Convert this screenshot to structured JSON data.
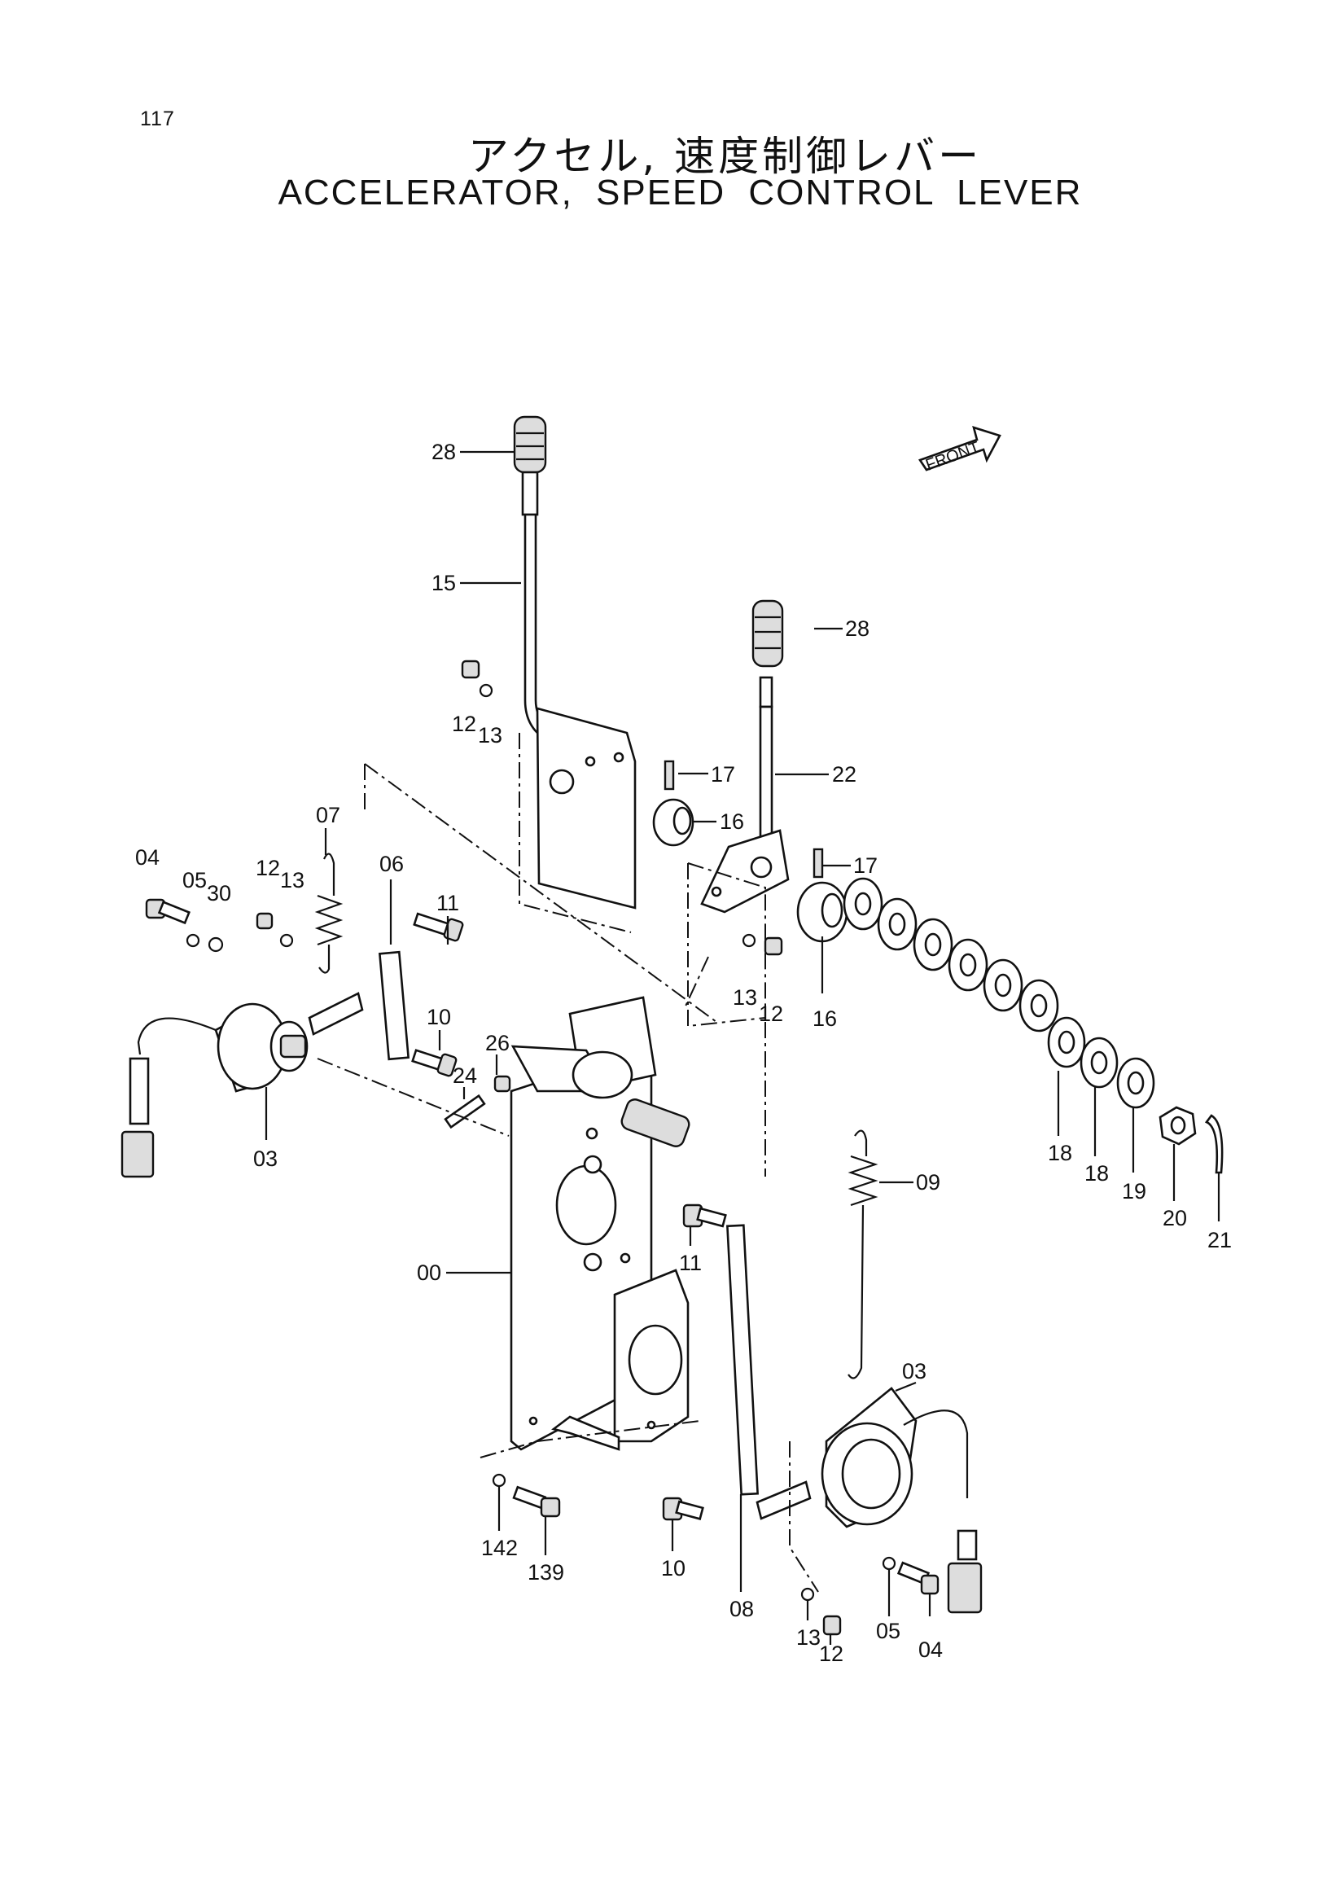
{
  "header": {
    "page_number": "117",
    "title_jp": "アクセル, 速度制御レバー",
    "title_en": "ACCELERATOR, SPEED CONTROL LEVER"
  },
  "front_indicator": "FRONT",
  "callouts": [
    {
      "id": "c28a",
      "label": "28"
    },
    {
      "id": "c15",
      "label": "15"
    },
    {
      "id": "c28b",
      "label": "28"
    },
    {
      "id": "c12a",
      "label": "12"
    },
    {
      "id": "c13a",
      "label": "13"
    },
    {
      "id": "c17a",
      "label": "17"
    },
    {
      "id": "c22",
      "label": "22"
    },
    {
      "id": "c16a",
      "label": "16"
    },
    {
      "id": "c17b",
      "label": "17"
    },
    {
      "id": "c07",
      "label": "07"
    },
    {
      "id": "c04a",
      "label": "04"
    },
    {
      "id": "c05a",
      "label": "05"
    },
    {
      "id": "c30",
      "label": "30"
    },
    {
      "id": "c12b",
      "label": "12"
    },
    {
      "id": "c13b",
      "label": "13"
    },
    {
      "id": "c06",
      "label": "06"
    },
    {
      "id": "c11a",
      "label": "11"
    },
    {
      "id": "c13c",
      "label": "13"
    },
    {
      "id": "c12c",
      "label": "12"
    },
    {
      "id": "c16b",
      "label": "16"
    },
    {
      "id": "c10a",
      "label": "10"
    },
    {
      "id": "c26",
      "label": "26"
    },
    {
      "id": "c24",
      "label": "24"
    },
    {
      "id": "c03a",
      "label": "03"
    },
    {
      "id": "c18a",
      "label": "18"
    },
    {
      "id": "c18b",
      "label": "18"
    },
    {
      "id": "c19",
      "label": "19"
    },
    {
      "id": "c20",
      "label": "20"
    },
    {
      "id": "c21",
      "label": "21"
    },
    {
      "id": "c09",
      "label": "09"
    },
    {
      "id": "c11b",
      "label": "11"
    },
    {
      "id": "c00",
      "label": "00"
    },
    {
      "id": "c03b",
      "label": "03"
    },
    {
      "id": "c142",
      "label": "142"
    },
    {
      "id": "c139",
      "label": "139"
    },
    {
      "id": "c10b",
      "label": "10"
    },
    {
      "id": "c08",
      "label": "08"
    },
    {
      "id": "c13d",
      "label": "13"
    },
    {
      "id": "c12d",
      "label": "12"
    },
    {
      "id": "c05b",
      "label": "05"
    },
    {
      "id": "c04b",
      "label": "04"
    }
  ]
}
